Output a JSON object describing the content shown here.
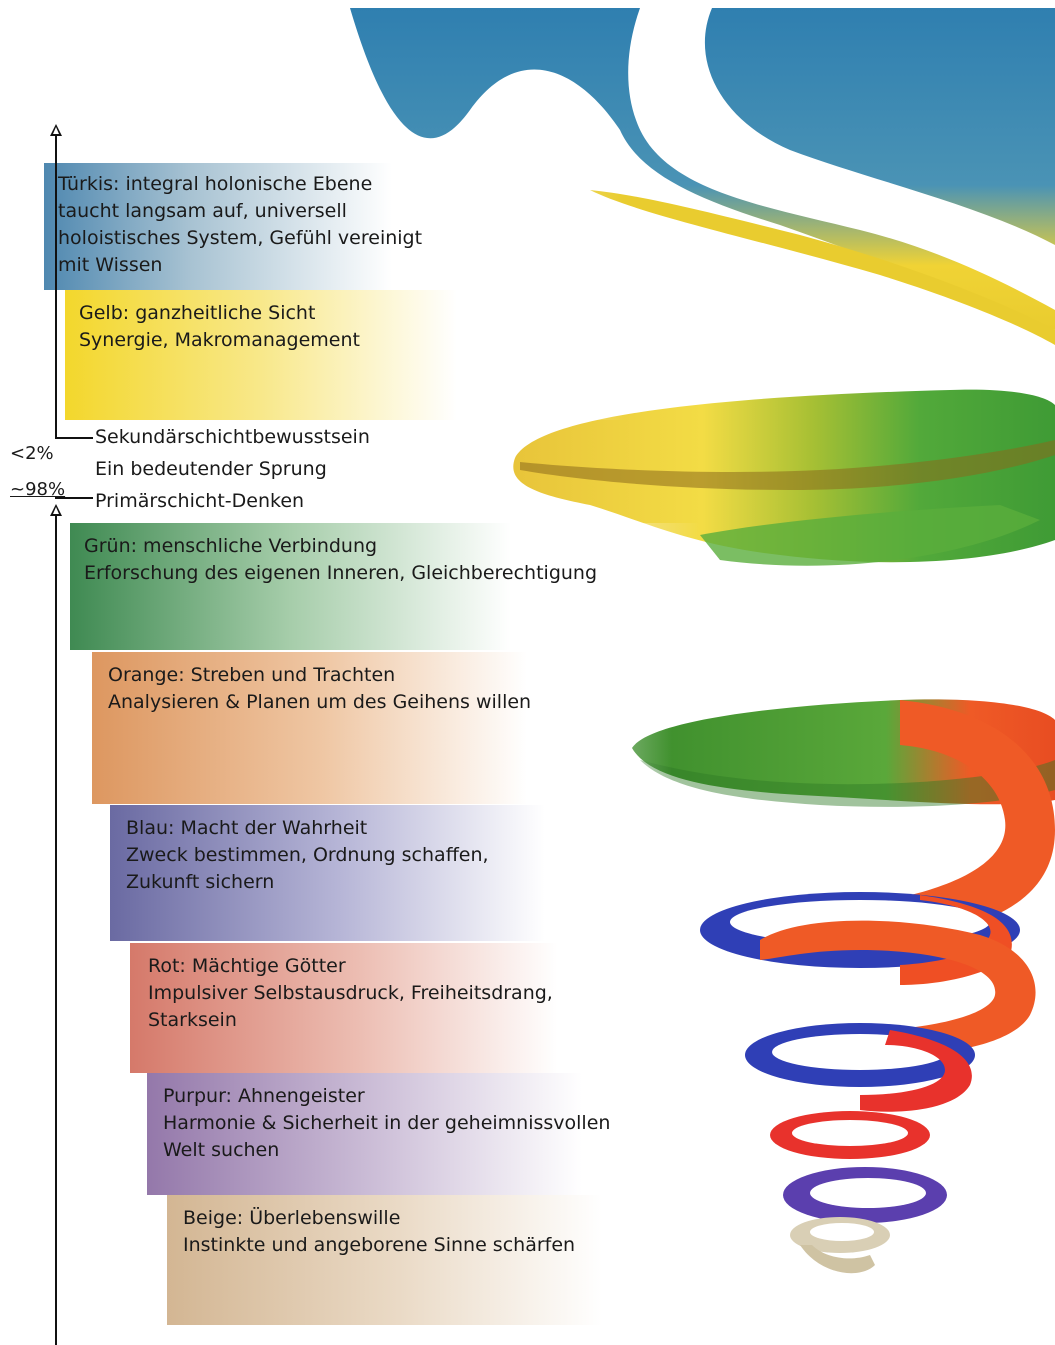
{
  "colors": {
    "tuerkis": "#4f88b0",
    "gelb": "#f3d72c",
    "gruen": "#3f8a52",
    "orange": "#dd9760",
    "blau": "#6a6aa2",
    "rot": "#d5796a",
    "purpur": "#9478aa",
    "beige": "#d3b693",
    "spiral_teal": "#2f87b3",
    "spiral_yellow": "#f0d335",
    "spiral_green": "#52a93a",
    "spiral_orange": "#ef5a26",
    "spiral_blue": "#2f3fb6",
    "spiral_red": "#e8322c",
    "spiral_purple": "#5b3fae",
    "spiral_beige": "#d9cfb5"
  },
  "icons": [
    "arrow-up-icon"
  ],
  "percentages": {
    "upper": "<2%",
    "lower": "~98%"
  },
  "boundary": {
    "second_tier": "Sekundärschichtbewusstsein",
    "leap": "Ein bedeutender Sprung",
    "first_tier": "Primärschicht-Denken"
  },
  "levels": [
    {
      "key": "turkis",
      "lines": [
        "Türkis: integral holonische Ebene",
        "taucht langsam auf, universell",
        "holoistisches System, Gefühl vereinigt",
        "mit Wissen"
      ]
    },
    {
      "key": "gelb",
      "lines": [
        "Gelb: ganzheitliche Sicht",
        "Synergie, Makromanagement"
      ]
    },
    {
      "key": "gruen",
      "lines": [
        "Grün: menschliche Verbindung",
        "Erforschung des eigenen Inneren, Gleichberechtigung"
      ]
    },
    {
      "key": "orange",
      "lines": [
        "Orange: Streben und Trachten",
        "Analysieren & Planen um des Geihens willen"
      ]
    },
    {
      "key": "blau",
      "lines": [
        "Blau: Macht der Wahrheit",
        "Zweck bestimmen, Ordnung schaffen,",
        "Zukunft sichern"
      ]
    },
    {
      "key": "rot",
      "lines": [
        "Rot: Mächtige Götter",
        "Impulsiver Selbstausdruck, Freiheitsdrang,",
        "Starksein"
      ]
    },
    {
      "key": "purpur",
      "lines": [
        "Purpur: Ahnengeister",
        "Harmonie & Sicherheit in der geheimnissvollen",
        "Welt suchen"
      ]
    },
    {
      "key": "beige",
      "lines": [
        "Beige: Überlebenswille",
        "Instinkte und angeborene Sinne schärfen"
      ]
    }
  ]
}
